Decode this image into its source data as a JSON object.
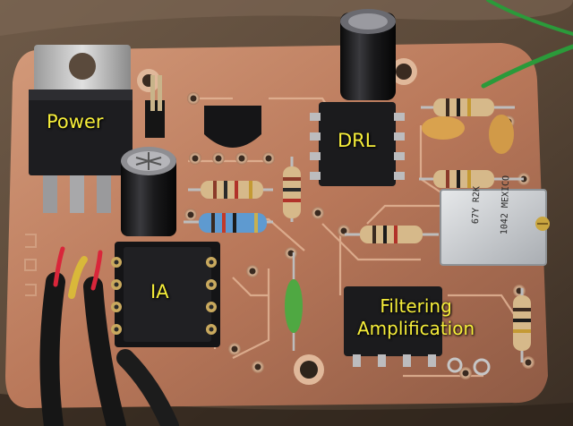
{
  "labels": {
    "power": "Power",
    "drl": "DRL",
    "ia": "IA",
    "filtering_line1": "Filtering",
    "filtering_line2": "Amplification"
  },
  "markings": {
    "pot_line1": "67Y R2K",
    "pot_line2": "1042 MEXICO"
  },
  "colors": {
    "label_text": "#f6ee3a",
    "board_copper": "#b9785a",
    "ic_body": "#1c1c1e",
    "pot_body": "#cfd2d6"
  }
}
